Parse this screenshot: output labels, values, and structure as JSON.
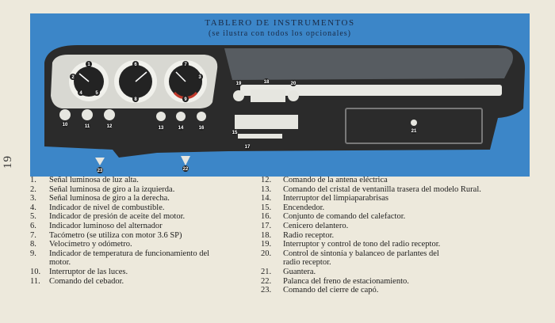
{
  "page_number": "19",
  "figure": {
    "title": "TABLERO DE INSTRUMENTOS",
    "subtitle": "(se ilustra con todos los opcionales)",
    "callouts": [
      "1",
      "2",
      "3",
      "4",
      "5",
      "6",
      "7",
      "8",
      "9",
      "10",
      "11",
      "12",
      "13",
      "14",
      "15",
      "16",
      "17",
      "18",
      "19",
      "20",
      "21",
      "22",
      "23"
    ]
  },
  "legend_left": [
    {
      "num": "1.",
      "text": "Señal luminosa de luz alta."
    },
    {
      "num": "2.",
      "text": "Señal luminosa de giro a la izquierda."
    },
    {
      "num": "3.",
      "text": "Señal luminosa de giro a la derecha."
    },
    {
      "num": "4.",
      "text": "Indicador de nivel de combustible."
    },
    {
      "num": "5.",
      "text": "Indicador de presión de aceite del motor."
    },
    {
      "num": "6.",
      "text": "Indicador luminoso del alternador"
    },
    {
      "num": "7.",
      "text": "Tacómetro (se utiliza con motor 3.6 SP)"
    },
    {
      "num": "8.",
      "text": "Velocímetro y odómetro."
    },
    {
      "num": "9.",
      "text": "Indicador de temperatura de funcionamiento del"
    },
    {
      "num": "",
      "text": "motor."
    },
    {
      "num": "10.",
      "text": "Interruptor de las luces."
    },
    {
      "num": "11.",
      "text": "Comando del cebador."
    }
  ],
  "legend_right": [
    {
      "num": "12.",
      "text": "Comando de la antena eléctrica"
    },
    {
      "num": "13.",
      "text": "Comando del cristal de ventanilla trasera del modelo Rural."
    },
    {
      "num": "14.",
      "text": "Interruptor del limpiaparabrisas"
    },
    {
      "num": "15.",
      "text": "Encendedor."
    },
    {
      "num": "16.",
      "text": "Conjunto de comando del calefactor."
    },
    {
      "num": "17.",
      "text": "Cenicero delantero."
    },
    {
      "num": "18.",
      "text": "Radio receptor."
    },
    {
      "num": "19.",
      "text": "Interruptor y control de tono del radio receptor."
    },
    {
      "num": "20.",
      "text": "Control de sintonía y balanceo de parlantes del"
    },
    {
      "num": "",
      "text": "radio receptor."
    },
    {
      "num": "21.",
      "text": "Guantera."
    },
    {
      "num": "22.",
      "text": "Palanca del freno de estacionamiento."
    },
    {
      "num": "23.",
      "text": "Comando del cierre de capó."
    }
  ]
}
